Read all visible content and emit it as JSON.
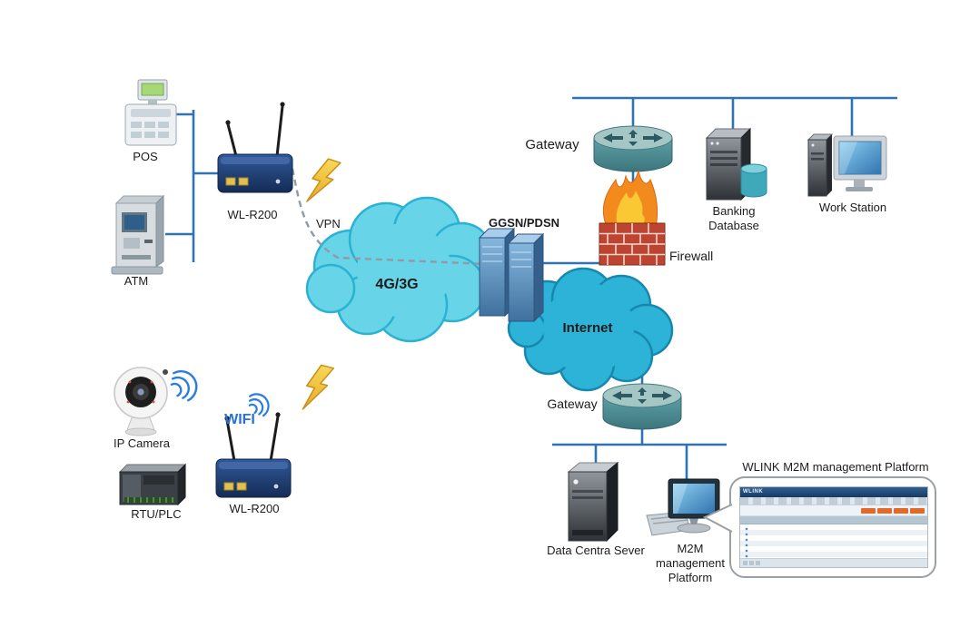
{
  "nodes": {
    "pos": {
      "label": "POS"
    },
    "atm": {
      "label": "ATM"
    },
    "router_top": {
      "label": "WL-R200"
    },
    "vpn": {
      "label": "VPN"
    },
    "cloud_4g": {
      "label": "4G/3G"
    },
    "ggsn": {
      "label": "GGSN/PDSN"
    },
    "internet": {
      "label": "Internet"
    },
    "gateway_top": {
      "label": "Gateway"
    },
    "firewall": {
      "label": "Firewall"
    },
    "banking_database": {
      "label": "Banking Database"
    },
    "work_station": {
      "label": "Work Station"
    },
    "gateway_bottom": {
      "label": "Gateway"
    },
    "data_center_server": {
      "label": "Data Centra Sever"
    },
    "m2m_platform": {
      "label": "M2M management Platform"
    },
    "ip_camera": {
      "label": "IP Camera"
    },
    "wifi": {
      "label": "WIFI"
    },
    "rtu_plc": {
      "label": "RTU/PLC"
    },
    "router_bottom": {
      "label": "WL-R200"
    }
  },
  "callout": {
    "title": "WLINK M2M management Platform",
    "logo": "WLINK"
  },
  "colors": {
    "connection_line": "#2e74b5",
    "cloud_4g_fill": "#68d4e8",
    "cloud_internet_fill": "#2db2d8",
    "wifi_text": "#2a6fd6",
    "lightning": "#f2c43d",
    "firewall_brick": "#bc4430",
    "flame": "#f28a1e",
    "router_body": "#1d3d6b"
  }
}
